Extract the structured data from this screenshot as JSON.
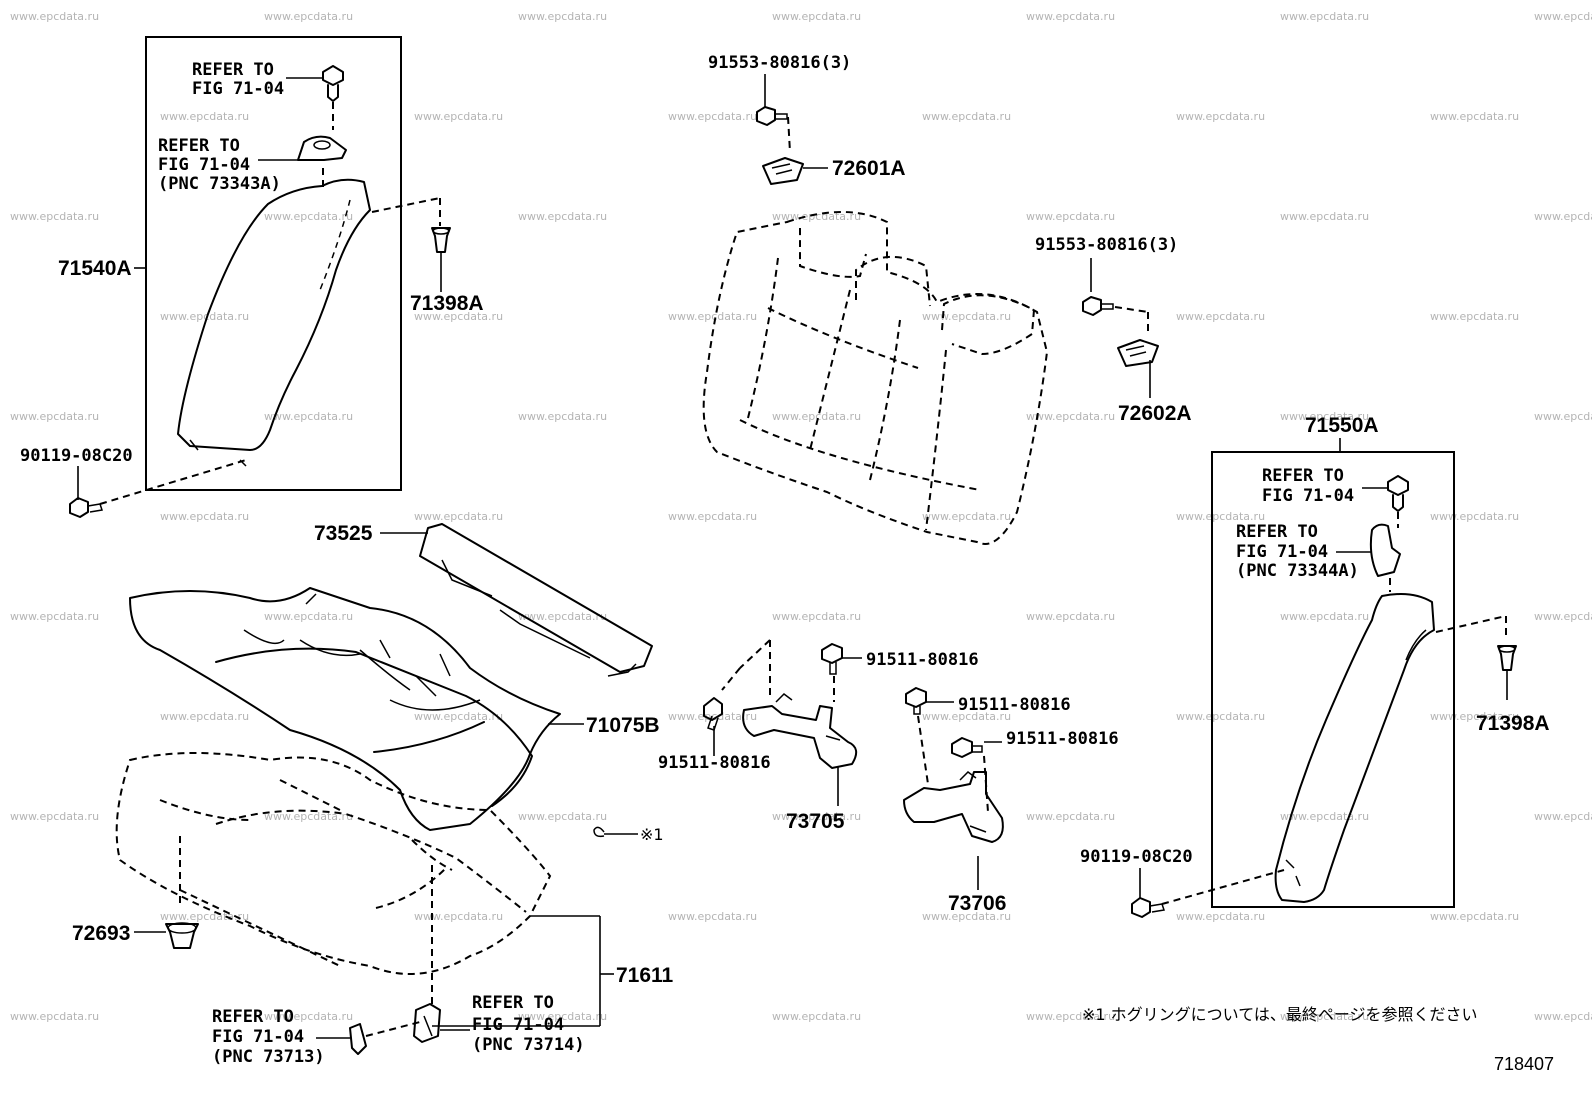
{
  "watermark": "www.epcdata.ru",
  "diagram_code": "718407",
  "footnote": {
    "marker": "※1",
    "text": "※1  ホグリングについては、最終ページを参照ください"
  },
  "labels": {
    "p71540A": "71540A",
    "p90119_left": "90119-08C20",
    "p71398A_left": "71398A",
    "ref_top_left_1": "REFER TO",
    "ref_top_left_2": "FIG 71-04",
    "ref_pnc_left_1": "REFER TO",
    "ref_pnc_left_2": "FIG 71-04",
    "ref_pnc_left_3": "(PNC 73343A)",
    "p91553_top": "91553-80816(3)",
    "p72601A": "72601A",
    "p91553_right": "91553-80816(3)",
    "p72602A": "72602A",
    "p71550A": "71550A",
    "ref_top_right_1": "REFER TO",
    "ref_top_right_2": "FIG 71-04",
    "ref_pnc_right_1": "REFER TO",
    "ref_pnc_right_2": "FIG 71-04",
    "ref_pnc_right_3": "(PNC 73344A)",
    "p71398A_right": "71398A",
    "p90119_right": "90119-08C20",
    "p73525": "73525",
    "p71075B": "71075B",
    "p91511_a": "91511-80816",
    "p91511_b": "91511-80816",
    "p91511_c": "91511-80816",
    "p91511_d": "91511-80816",
    "p73705": "73705",
    "p73706": "73706",
    "hog_ring": "※1",
    "p72693": "72693",
    "p71611": "71611",
    "ref_bl_1": "REFER TO",
    "ref_bl_2": "FIG 71-04",
    "ref_bl_3": "(PNC 73713)",
    "ref_bm_1": "REFER TO",
    "ref_bm_2": "FIG 71-04",
    "ref_bm_3": "(PNC 73714)"
  }
}
